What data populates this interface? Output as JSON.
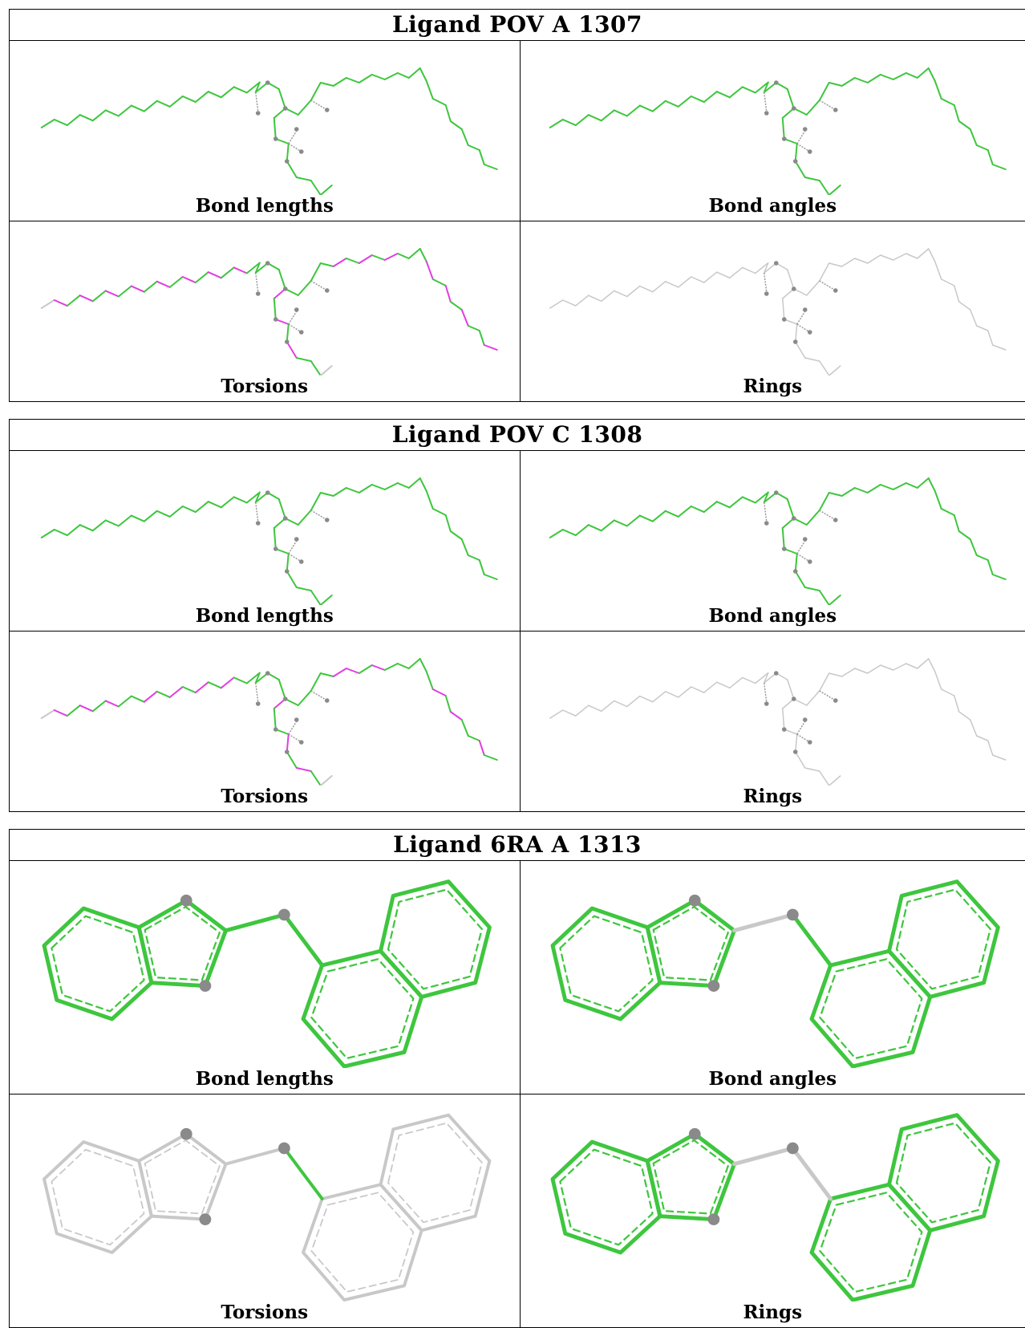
{
  "ligands": [
    {
      "title": "Ligand POV A 1307",
      "style": "chain",
      "panels": [
        {
          "caption": "Bond lengths",
          "scheme": "green"
        },
        {
          "caption": "Bond angles",
          "scheme": "green"
        },
        {
          "caption": "Torsions",
          "scheme": "torsion-a"
        },
        {
          "caption": "Rings",
          "scheme": "gray"
        }
      ]
    },
    {
      "title": "Ligand POV C 1308",
      "style": "chain",
      "panels": [
        {
          "caption": "Bond lengths",
          "scheme": "green"
        },
        {
          "caption": "Bond angles",
          "scheme": "green"
        },
        {
          "caption": "Torsions",
          "scheme": "torsion-c"
        },
        {
          "caption": "Rings",
          "scheme": "gray"
        }
      ]
    },
    {
      "title": "Ligand 6RA A 1313",
      "style": "rings",
      "panels": [
        {
          "caption": "Bond lengths",
          "scheme": "green"
        },
        {
          "caption": "Bond angles",
          "scheme": "angles"
        },
        {
          "caption": "Torsions",
          "scheme": "torsion-ring"
        },
        {
          "caption": "Rings",
          "scheme": "rings"
        }
      ]
    }
  ],
  "colors": {
    "green": "#3ec63e",
    "magenta": "#e23de2",
    "gray": "#c8c8c8",
    "atom": "#8a8a8a"
  }
}
